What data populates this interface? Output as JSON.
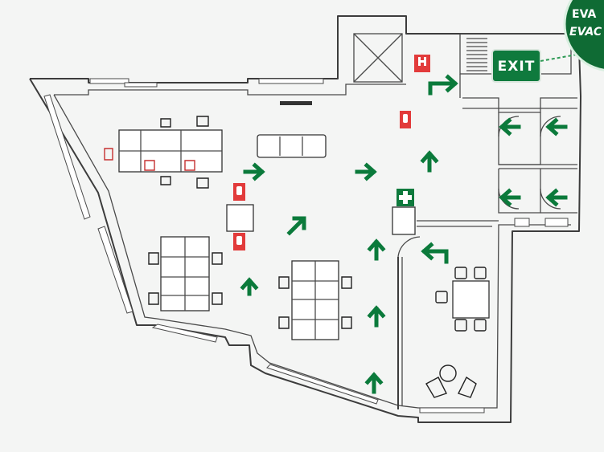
{
  "exit_sign": {
    "label": "EXIT",
    "bg_color": "#0f7a3d"
  },
  "evac_badge": {
    "line1": "EVA",
    "line2": "EVAC",
    "bg_color": "#0f6b34"
  },
  "colors": {
    "arrow": "#0b7a3b",
    "extinguisher": "#e23b3b",
    "first_aid": "#0f7a3d",
    "wall": "#3c3c3c"
  },
  "icons": {
    "fire_hose": "fire-hose-icon",
    "extinguisher": "fire-extinguisher-icon",
    "first_aid": "first-aid-icon",
    "arrow": "evacuation-arrow-icon"
  }
}
